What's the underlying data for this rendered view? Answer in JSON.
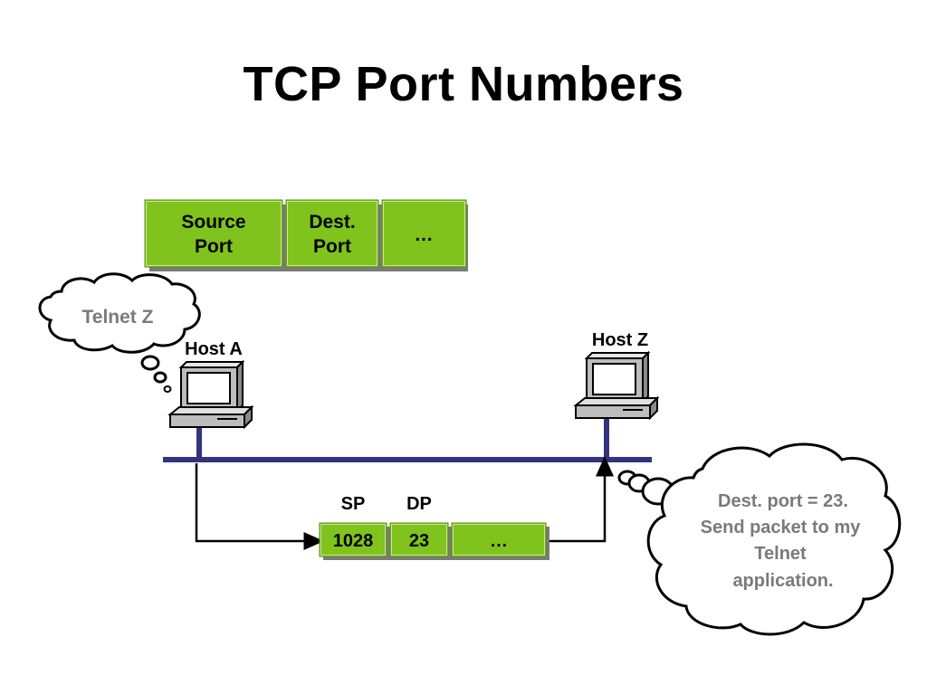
{
  "title": "TCP Port Numbers",
  "header_fields": {
    "source_port": [
      "Source",
      "Port"
    ],
    "dest_port": [
      "Dest.",
      "Port"
    ],
    "more": "…"
  },
  "hosts": {
    "host_a": "Host A",
    "host_z": "Host Z"
  },
  "thought_a": "Telnet Z",
  "packet": {
    "sp_label": "SP",
    "dp_label": "DP",
    "sp_value": "1028",
    "dp_value": "23",
    "more": "…"
  },
  "thought_z": [
    "Dest. port = 23.",
    "Send packet to my",
    "Telnet",
    "application."
  ],
  "colors": {
    "field_fill": "#7fc31c",
    "network_line": "#33337f",
    "cloud_text": "#7a7a7a"
  }
}
